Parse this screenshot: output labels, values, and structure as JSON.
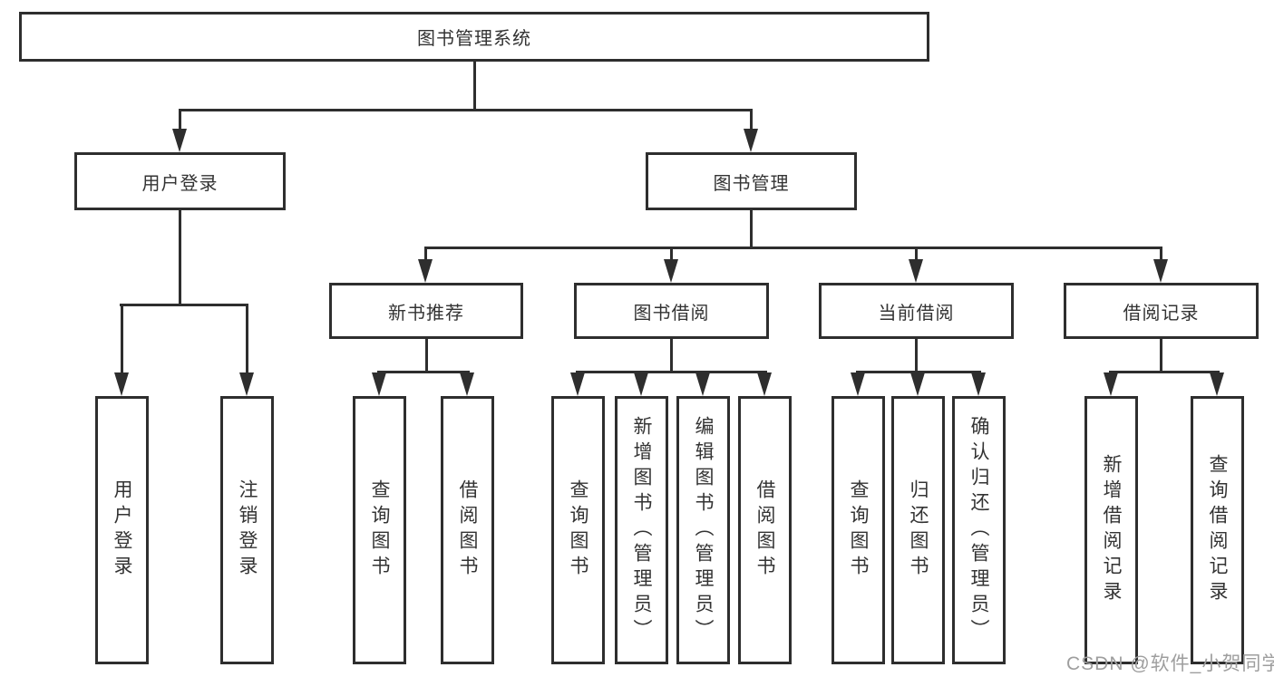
{
  "diagram": {
    "type": "hierarchy-diagram",
    "root": {
      "label": "图书管理系统"
    },
    "level2": [
      {
        "label": "用户登录"
      },
      {
        "label": "图书管理"
      }
    ],
    "level3": [
      {
        "label": "新书推荐"
      },
      {
        "label": "图书借阅"
      },
      {
        "label": "当前借阅"
      },
      {
        "label": "借阅记录"
      }
    ],
    "leaves": {
      "user": [
        "用户登录",
        "注销登录"
      ],
      "newbook": [
        "查询图书",
        "借阅图书"
      ],
      "borrow": [
        "查询图书",
        "新增图书（管理员）",
        "编辑图书（管理员）",
        "借阅图书"
      ],
      "current": [
        "查询图书",
        "归还图书",
        "确认归还（管理员）"
      ],
      "record": [
        "新增借阅记录",
        "查询借阅记录"
      ]
    },
    "watermark": "CSDN @软件_小贺同学",
    "colors": {
      "line": "#2e2e2e",
      "text": "#333333",
      "watermark": "#9e9e9e",
      "background": "#ffffff"
    }
  }
}
